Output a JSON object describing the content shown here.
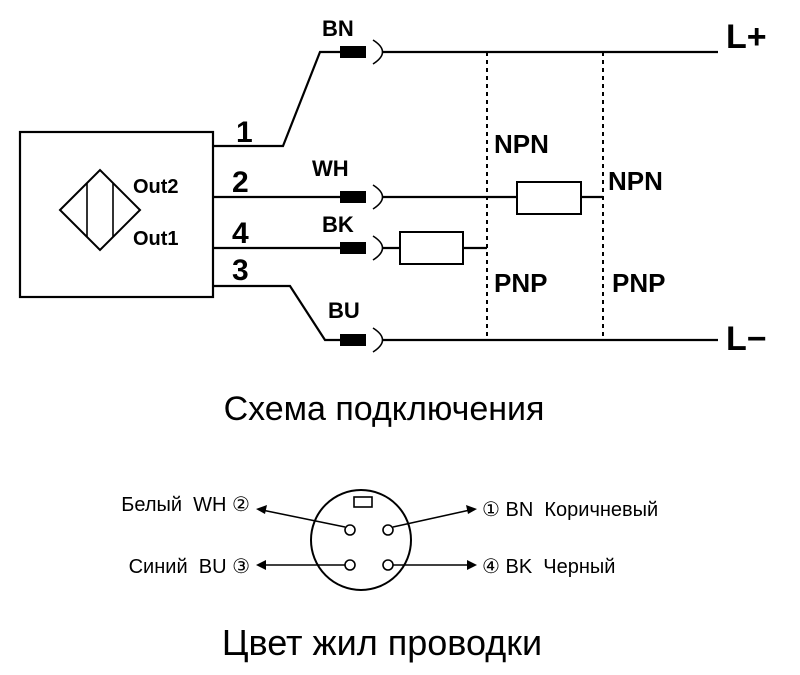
{
  "wiring": {
    "wire_codes": [
      "BN",
      "WH",
      "BK",
      "BU"
    ],
    "pin_numbers": [
      "1",
      "2",
      "4",
      "3"
    ],
    "outputs": [
      "Out2",
      "Out1"
    ],
    "rails": [
      "L+",
      "L−"
    ],
    "npn_label": "NPN",
    "pnp_label": "PNP",
    "caption": "Схема подключения"
  },
  "connector": {
    "left_top": "Белый  WH ②",
    "left_bottom": "Синий  BU ③",
    "right_top": "① BN  Коричневый",
    "right_bottom": "④ BK  Черный",
    "caption": "Цвет жил проводки"
  }
}
